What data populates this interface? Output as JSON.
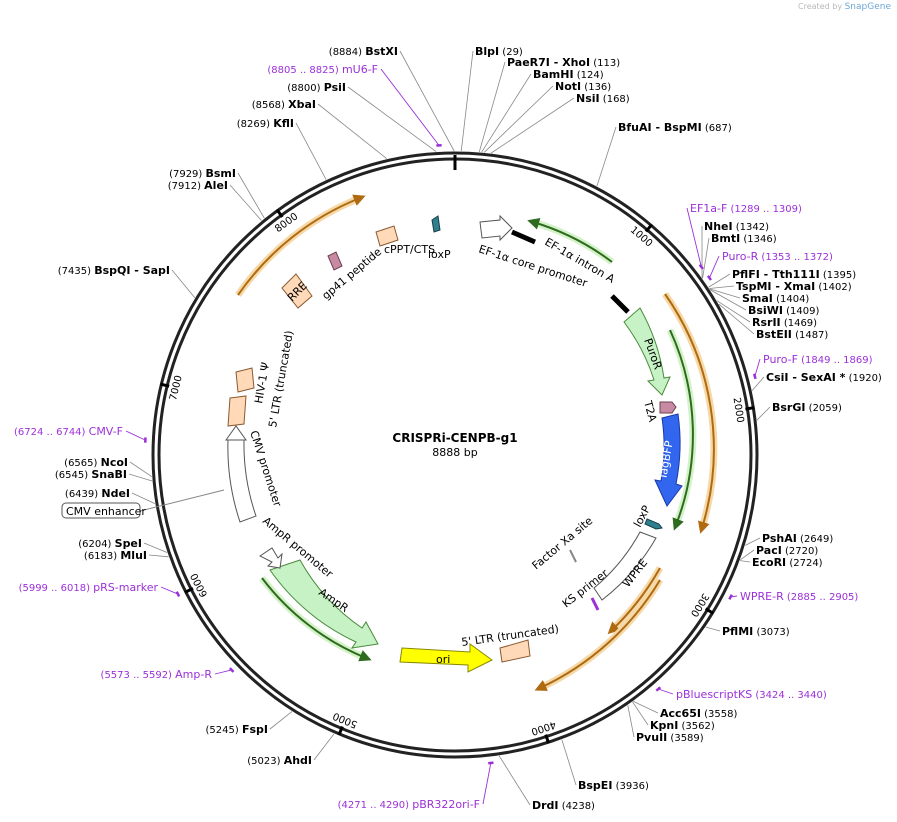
{
  "credit": {
    "prefix": "Created by",
    "brand": "SnapGene"
  },
  "map": {
    "name": "CRISPRi-CENPB-g1",
    "length_label": "8888 bp",
    "length": 8888,
    "ticks": [
      "1000",
      "2000",
      "3000",
      "4000",
      "5000",
      "6000",
      "7000",
      "8000"
    ]
  },
  "sites": [
    {
      "id": "bstxi",
      "parts": [
        {
          "name": "BstXI"
        }
      ],
      "coord": "(8884)",
      "pos": 8884
    },
    {
      "id": "blpi",
      "parts": [
        {
          "name": "BlpI"
        }
      ],
      "coord": "(29)",
      "pos": 29
    },
    {
      "id": "pae-xho",
      "parts": [
        {
          "name": "PaeR7I"
        },
        {
          "name": "XhoI"
        }
      ],
      "coord": "(113)",
      "pos": 113
    },
    {
      "id": "bamhi",
      "parts": [
        {
          "name": "BamHI"
        }
      ],
      "coord": "(124)",
      "pos": 124
    },
    {
      "id": "noti",
      "parts": [
        {
          "name": "NotI"
        }
      ],
      "coord": "(136)",
      "pos": 136
    },
    {
      "id": "nsii",
      "parts": [
        {
          "name": "NsiI"
        }
      ],
      "coord": "(168)",
      "pos": 168
    },
    {
      "id": "bfu-bsp",
      "parts": [
        {
          "name": "BfuAI"
        },
        {
          "name": "BspMI"
        }
      ],
      "coord": "(687)",
      "pos": 687
    },
    {
      "id": "nhei",
      "parts": [
        {
          "name": "NheI"
        }
      ],
      "coord": "(1342)",
      "pos": 1342
    },
    {
      "id": "bmti",
      "parts": [
        {
          "name": "BmtI"
        }
      ],
      "coord": "(1346)",
      "pos": 1346
    },
    {
      "id": "pfl-tth",
      "parts": [
        {
          "name": "PflFI"
        },
        {
          "name": "Tth111I"
        }
      ],
      "coord": "(1395)",
      "pos": 1395
    },
    {
      "id": "tsp-xma",
      "parts": [
        {
          "name": "TspMI"
        },
        {
          "name": "XmaI"
        }
      ],
      "coord": "(1402)",
      "pos": 1402
    },
    {
      "id": "smai",
      "parts": [
        {
          "name": "SmaI"
        }
      ],
      "coord": "(1404)",
      "pos": 1404
    },
    {
      "id": "bsiwi",
      "parts": [
        {
          "name": "BsiWI"
        }
      ],
      "coord": "(1409)",
      "pos": 1409
    },
    {
      "id": "rsrii",
      "parts": [
        {
          "name": "RsrII"
        }
      ],
      "coord": "(1469)",
      "pos": 1469
    },
    {
      "id": "bsteii",
      "parts": [
        {
          "name": "BstEII"
        }
      ],
      "coord": "(1487)",
      "pos": 1487
    },
    {
      "id": "csi-sex",
      "parts": [
        {
          "name": "CsiI"
        },
        {
          "name": "SexAI"
        }
      ],
      "coord": "(1920)",
      "pos": 1920,
      "star": "*"
    },
    {
      "id": "bsrgi",
      "parts": [
        {
          "name": "BsrGI"
        }
      ],
      "coord": "(2059)",
      "pos": 2059
    },
    {
      "id": "pshai",
      "parts": [
        {
          "name": "PshAI"
        }
      ],
      "coord": "(2649)",
      "pos": 2649
    },
    {
      "id": "paci",
      "parts": [
        {
          "name": "PacI"
        }
      ],
      "coord": "(2720)",
      "pos": 2720
    },
    {
      "id": "ecori",
      "parts": [
        {
          "name": "EcoRI"
        }
      ],
      "coord": "(2724)",
      "pos": 2724
    },
    {
      "id": "pflmi",
      "parts": [
        {
          "name": "PflMI"
        }
      ],
      "coord": "(3073)",
      "pos": 3073
    },
    {
      "id": "acc65i",
      "parts": [
        {
          "name": "Acc65I"
        }
      ],
      "coord": "(3558)",
      "pos": 3558
    },
    {
      "id": "kpni",
      "parts": [
        {
          "name": "KpnI"
        }
      ],
      "coord": "(3562)",
      "pos": 3562
    },
    {
      "id": "pvuii",
      "parts": [
        {
          "name": "PvuII"
        }
      ],
      "coord": "(3589)",
      "pos": 3589
    },
    {
      "id": "bspei",
      "parts": [
        {
          "name": "BspEI"
        }
      ],
      "coord": "(3936)",
      "pos": 3936
    },
    {
      "id": "drdi",
      "parts": [
        {
          "name": "DrdI"
        }
      ],
      "coord": "(4238)",
      "pos": 4238
    },
    {
      "id": "ahdi",
      "parts": [
        {
          "name": "AhdI"
        }
      ],
      "coord": "(5023)",
      "pos": 5023
    },
    {
      "id": "fspi",
      "parts": [
        {
          "name": "FspI"
        }
      ],
      "coord": "(5245)",
      "pos": 5245
    },
    {
      "id": "mlui",
      "parts": [
        {
          "name": "MluI"
        }
      ],
      "coord": "(6183)",
      "pos": 6183
    },
    {
      "id": "spei",
      "parts": [
        {
          "name": "SpeI"
        }
      ],
      "coord": "(6204)",
      "pos": 6204
    },
    {
      "id": "ndei",
      "parts": [
        {
          "name": "NdeI"
        }
      ],
      "coord": "(6439)",
      "pos": 6439
    },
    {
      "id": "snabi",
      "parts": [
        {
          "name": "SnaBI"
        }
      ],
      "coord": "(6545)",
      "pos": 6545
    },
    {
      "id": "ncoi",
      "parts": [
        {
          "name": "NcoI"
        }
      ],
      "coord": "(6565)",
      "pos": 6565
    },
    {
      "id": "bsp-sap",
      "parts": [
        {
          "name": "BspQI"
        },
        {
          "name": "SapI"
        }
      ],
      "coord": "(7435)",
      "pos": 7435
    },
    {
      "id": "alei",
      "parts": [
        {
          "name": "AleI"
        }
      ],
      "coord": "(7912)",
      "pos": 7912
    },
    {
      "id": "bsmi",
      "parts": [
        {
          "name": "BsmI"
        }
      ],
      "coord": "(7929)",
      "pos": 7929
    },
    {
      "id": "kfli",
      "parts": [
        {
          "name": "KflI"
        }
      ],
      "coord": "(8269)",
      "pos": 8269
    },
    {
      "id": "xbai",
      "parts": [
        {
          "name": "XbaI"
        }
      ],
      "coord": "(8568)",
      "pos": 8568
    },
    {
      "id": "psii",
      "parts": [
        {
          "name": "PsiI"
        }
      ],
      "coord": "(8800)",
      "pos": 8800
    }
  ],
  "primers": [
    {
      "id": "mu6f",
      "name": "mU6-F",
      "coord": "(8805 .. 8825)",
      "pos": 8815
    },
    {
      "id": "ef1af",
      "name": "EF1a-F",
      "coord": "(1289 .. 1309)",
      "pos": 1299
    },
    {
      "id": "puror1",
      "name": "Puro-R",
      "coord": "(1353 .. 1372)",
      "pos": 1362
    },
    {
      "id": "puror2",
      "name": "Puro-F",
      "coord": "(1849 .. 1869)",
      "pos": 1859
    },
    {
      "id": "wprer",
      "name": "WPRE-R",
      "coord": "(2885 .. 2905)",
      "pos": 2895
    },
    {
      "id": "pbks",
      "name": "pBluescriptKS",
      "coord": "(3424 .. 3440)",
      "pos": 3432
    },
    {
      "id": "pbr",
      "name": "pBR322ori-F",
      "coord": "(4271 .. 4290)",
      "pos": 4280
    },
    {
      "id": "ampr",
      "name": "Amp-R",
      "coord": "(5573 .. 5592)",
      "pos": 5582
    },
    {
      "id": "prs",
      "name": "pRS-marker",
      "coord": "(5999 .. 6018)",
      "pos": 6008
    },
    {
      "id": "cmvf",
      "name": "CMV-F",
      "coord": "(6724 .. 6744)",
      "pos": 6734
    }
  ],
  "features": {
    "loxp_top": "loxP",
    "cppt": "cPPT/CTS",
    "gp41": "gp41 peptide",
    "rre": "RRE",
    "hiv_psi": "HIV-1 Ψ",
    "ltr5_a": "5' LTR (truncated)",
    "ef1a_core": "EF-1α core promoter",
    "ef1a_intron": "EF-1α intron A",
    "puror": "PuroR",
    "t2a": "T2A",
    "tagbfp": "TagBFP",
    "loxp_right": "loxP",
    "wpre": "WPRE",
    "factor_xa": "Factor Xa site",
    "ks_primer": "KS primer",
    "ltr3": "5' LTR (truncated)",
    "ori": "ori",
    "ampr": "AmpR",
    "ampr_promoter": "AmpR promoter",
    "cmv_promoter": "CMV promoter",
    "cmv_enhancer": "CMV enhancer"
  },
  "colors": {
    "backbone": "#222222",
    "primer": "#9b30d9",
    "orange_arrow": "#e8a33b",
    "green_arrow": "#4ca83b",
    "puror_fill": "#c6f2c6",
    "tagbfp_fill": "#3366ee",
    "ori_fill": "#ffff00",
    "ltr_fill": "#ffd9b8",
    "loxp_fill": "#2f7f8f",
    "gp41_fill": "#c78aa2"
  }
}
